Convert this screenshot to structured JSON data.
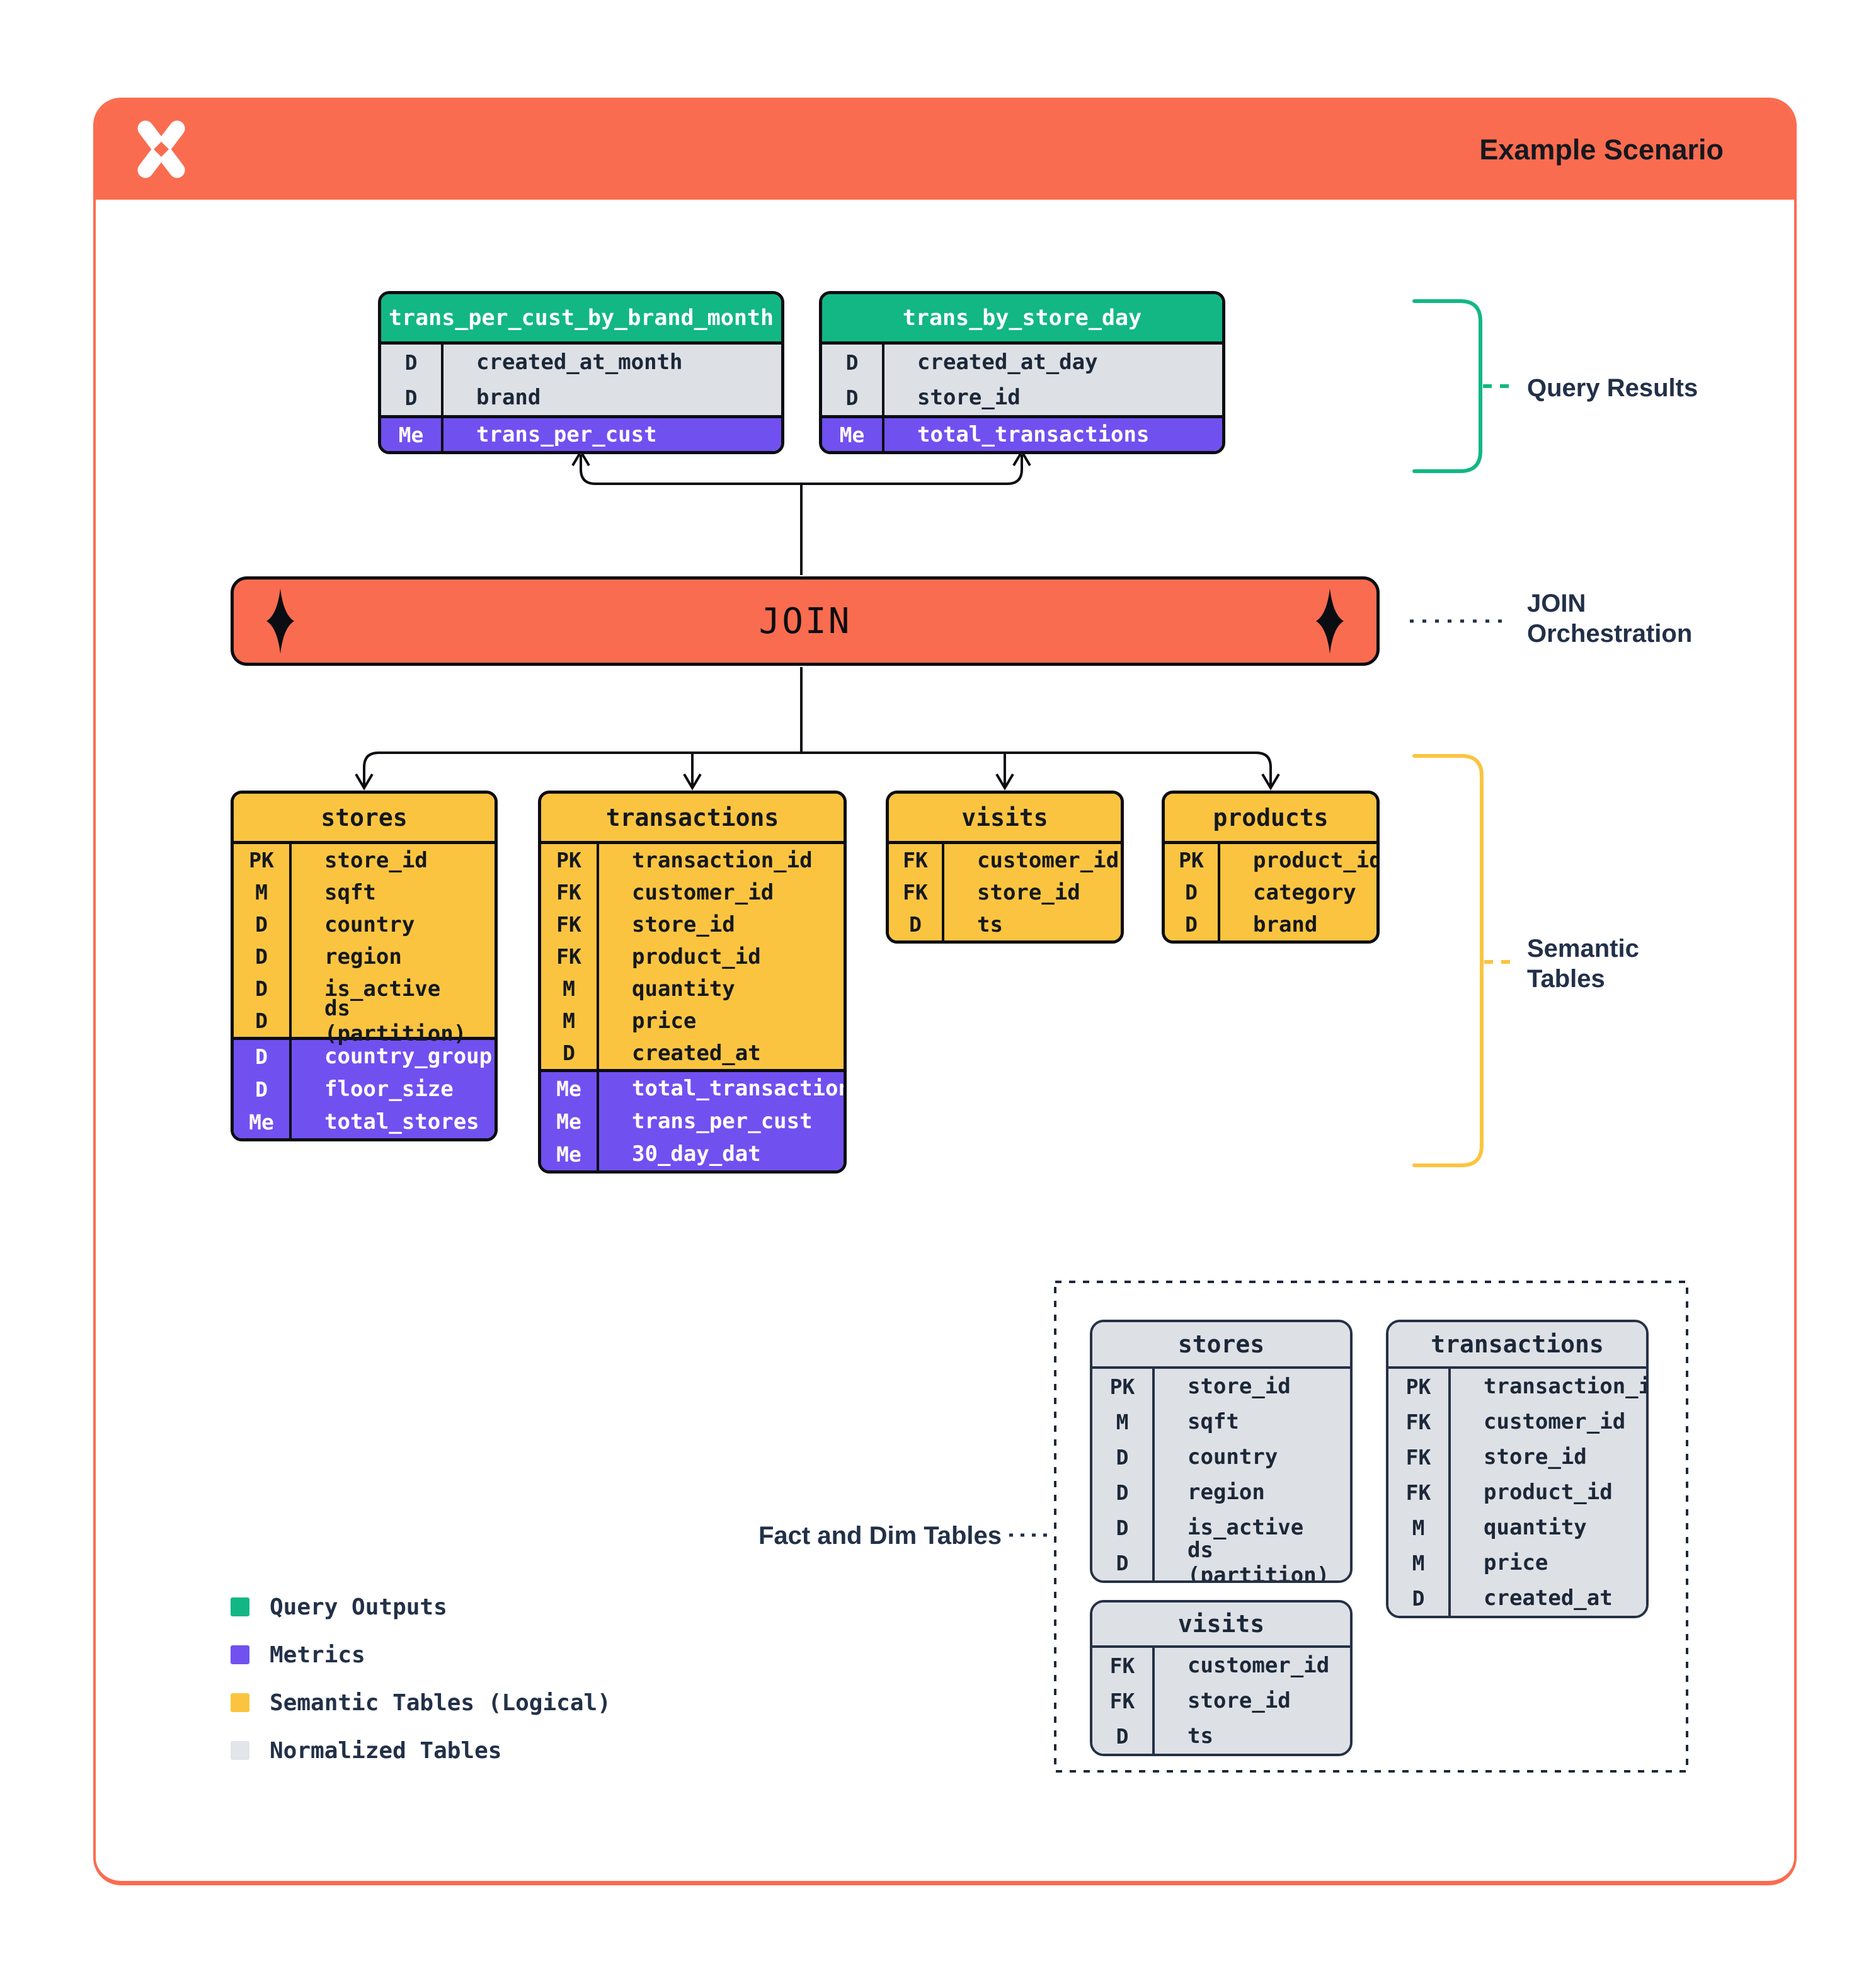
{
  "header": {
    "title": "Example Scenario",
    "logo_icon": "pinwheel-x-logo"
  },
  "join": {
    "label": "JOIN",
    "diamond_icon": "four-point-star"
  },
  "annotations": {
    "query_results": {
      "label": "Query Results"
    },
    "join_orchestration": {
      "line1": "JOIN",
      "line2": "Orchestration"
    },
    "semantic_tables": {
      "line1": "Semantic",
      "line2": "Tables"
    },
    "fact_dim": {
      "label": "Fact and Dim Tables"
    }
  },
  "legend": {
    "items": [
      {
        "label": "Query Outputs",
        "color": "#12B784"
      },
      {
        "label": "Metrics",
        "color": "#7150F0"
      },
      {
        "label": "Semantic Tables (Logical)",
        "color": "#FBC440"
      },
      {
        "label": "Normalized Tables",
        "color": "#E2E5EA"
      }
    ]
  },
  "colors": {
    "accent_orange": "#FA6C4F",
    "query_output_green": "#12B784",
    "metric_purple": "#7150F0",
    "semantic_yellow": "#FBC440",
    "normalized_gray": "#DDE1E6",
    "ink_black": "#0B0D12",
    "label_navy": "#223048"
  },
  "tables": [
    {
      "id": "qr1",
      "category": "query_output",
      "title": "trans_per_cust_by_brand_month",
      "fields": [
        [
          "D",
          "created_at_month"
        ],
        [
          "D",
          "brand"
        ]
      ],
      "metrics": [
        [
          "Me",
          "trans_per_cust"
        ]
      ]
    },
    {
      "id": "qr2",
      "category": "query_output",
      "title": "trans_by_store_day",
      "fields": [
        [
          "D",
          "created_at_day"
        ],
        [
          "D",
          "store_id"
        ]
      ],
      "metrics": [
        [
          "Me",
          "total_transactions"
        ]
      ]
    },
    {
      "id": "sem_stores",
      "category": "semantic",
      "title": "stores",
      "fields": [
        [
          "PK",
          "store_id"
        ],
        [
          "M",
          "sqft"
        ],
        [
          "D",
          "country"
        ],
        [
          "D",
          "region"
        ],
        [
          "D",
          "is_active"
        ],
        [
          "D",
          "ds (partition)"
        ]
      ],
      "metrics": [
        [
          "D",
          "country_group"
        ],
        [
          "D",
          "floor_size"
        ],
        [
          "Me",
          "total_stores"
        ]
      ]
    },
    {
      "id": "sem_transactions",
      "category": "semantic",
      "title": "transactions",
      "fields": [
        [
          "PK",
          "transaction_id"
        ],
        [
          "FK",
          "customer_id"
        ],
        [
          "FK",
          "store_id"
        ],
        [
          "FK",
          "product_id"
        ],
        [
          "M",
          "quantity"
        ],
        [
          "M",
          "price"
        ],
        [
          "D",
          "created_at"
        ]
      ],
      "metrics": [
        [
          "Me",
          "total_transactions"
        ],
        [
          "Me",
          "trans_per_cust"
        ],
        [
          "Me",
          "30_day_dat"
        ]
      ]
    },
    {
      "id": "sem_visits",
      "category": "semantic",
      "title": "visits",
      "fields": [
        [
          "FK",
          "customer_id"
        ],
        [
          "FK",
          "store_id"
        ],
        [
          "D",
          "ts"
        ]
      ],
      "metrics": []
    },
    {
      "id": "sem_products",
      "category": "semantic",
      "title": "products",
      "fields": [
        [
          "PK",
          "product_id"
        ],
        [
          "D",
          "category"
        ],
        [
          "D",
          "brand"
        ]
      ],
      "metrics": []
    },
    {
      "id": "raw_stores",
      "category": "normalized",
      "title": "stores",
      "fields": [
        [
          "PK",
          "store_id"
        ],
        [
          "M",
          "sqft"
        ],
        [
          "D",
          "country"
        ],
        [
          "D",
          "region"
        ],
        [
          "D",
          "is_active"
        ],
        [
          "D",
          "ds (partition)"
        ]
      ],
      "metrics": []
    },
    {
      "id": "raw_transactions",
      "category": "normalized",
      "title": "transactions",
      "fields": [
        [
          "PK",
          "transaction_id"
        ],
        [
          "FK",
          "customer_id"
        ],
        [
          "FK",
          "store_id"
        ],
        [
          "FK",
          "product_id"
        ],
        [
          "M",
          "quantity"
        ],
        [
          "M",
          "price"
        ],
        [
          "D",
          "created_at"
        ]
      ],
      "metrics": []
    },
    {
      "id": "raw_visits",
      "category": "normalized",
      "title": "visits",
      "fields": [
        [
          "FK",
          "customer_id"
        ],
        [
          "FK",
          "store_id"
        ],
        [
          "D",
          "ts"
        ]
      ],
      "metrics": []
    }
  ]
}
